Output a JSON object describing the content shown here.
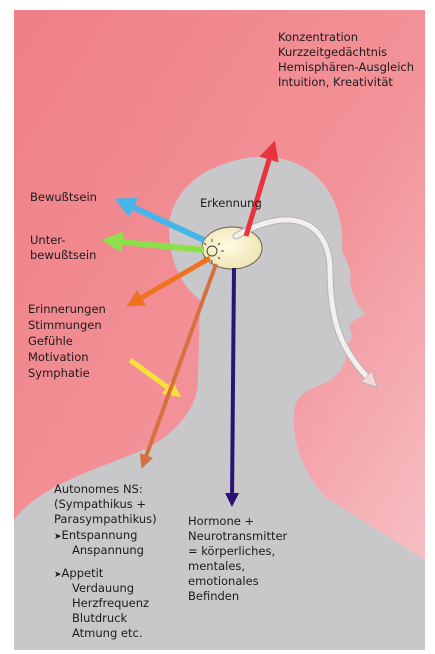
{
  "labels": {
    "top_right": [
      "Konzentration",
      "Kurzzeitgedächtnis",
      "Hemisphären-Ausgleich",
      "Intuition, Kreativität"
    ],
    "bewusstsein": "Bewußtsein",
    "unterbewusstsein": [
      "Unter-",
      "bewußtsein"
    ],
    "erkennung": "Erkennung",
    "emotions": [
      "Erinnerungen",
      "Stimmungen",
      "Gefühle",
      "Motivation",
      "Symphatie"
    ],
    "autonomes": {
      "title": "Autonomes NS:",
      "sub": [
        "(Sympathikus +",
        "Parasympathikus)"
      ],
      "group1": [
        "Entspannung",
        "Anspannung"
      ],
      "group2": [
        "Appetit",
        "Verdauung",
        "Herzfrequenz",
        "Blutdruck",
        "Atmung etc."
      ]
    },
    "hormone": [
      "Hormone +",
      "Neurotransmitter",
      "= körperliches,",
      "mentales,",
      "emotionales",
      "Befinden"
    ]
  },
  "colors": {
    "background_top": "#f07f86",
    "background_mid": "#f4a3a8",
    "background_light": "#f7c8cc",
    "head": "#c8c8ca",
    "arrow_top": "#e8343e",
    "arrow_bewusstsein": "#46b6ea",
    "arrow_unterbewusstsein": "#8ee04a",
    "arrow_emotions": "#f0711f",
    "arrow_symphatie": "#f8e03a",
    "arrow_autonomes": "#d6703f",
    "arrow_hormone": "#2b1273",
    "arrow_white": "#f2f0ee",
    "gland": "#f6efc6"
  }
}
